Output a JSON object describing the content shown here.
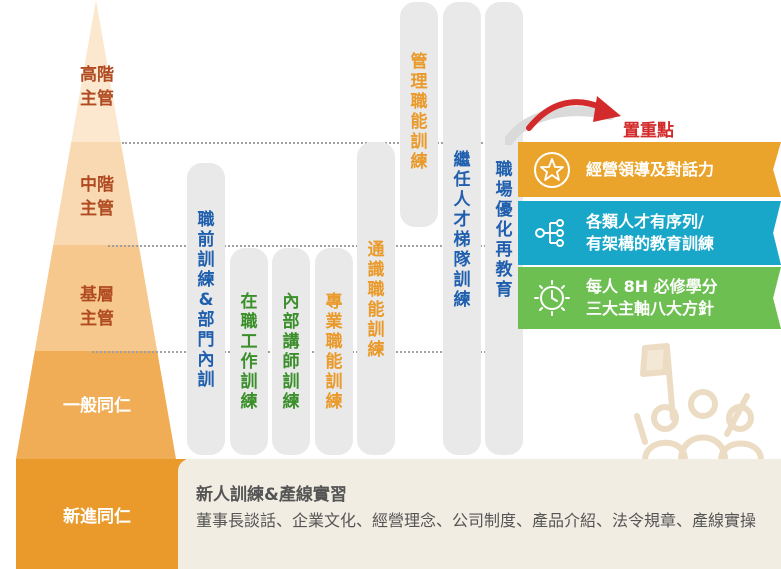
{
  "levels": [
    {
      "line1": "高階",
      "line2": "主管"
    },
    {
      "line1": "中階",
      "line2": "主管"
    },
    {
      "line1": "基層",
      "line2": "主管"
    },
    {
      "line1": "一般同仁",
      "line2": ""
    },
    {
      "line1": "新進同仁",
      "line2": ""
    }
  ],
  "colors": {
    "level_fills": [
      "#fbe8cf",
      "#f9d9b1",
      "#f6c88d",
      "#f1ad55",
      "#e99a2a"
    ],
    "level_text": [
      "#b04a21",
      "#b04a21",
      "#b04a21",
      "#ffffff",
      "#ffffff"
    ],
    "pill_bg": "#e9e9e9",
    "blue": "#1f5fae",
    "green": "#3a8f2a",
    "orange": "#e99a2a",
    "accent_red": "#d32b2b",
    "tag_orange": "#eba42b",
    "tag_teal": "#19a7c9",
    "tag_green": "#6cbf50"
  },
  "trainings": [
    {
      "id": "pre-job",
      "text": "職前訓練&部門內訓",
      "color": "blue"
    },
    {
      "id": "on-job",
      "text": "在職工作訓練",
      "color": "green"
    },
    {
      "id": "internal-lecturer",
      "text": "內部講師訓練",
      "color": "green"
    },
    {
      "id": "professional",
      "text": "專業職能訓練",
      "color": "orange"
    },
    {
      "id": "general",
      "text": "通識職能訓練",
      "color": "orange"
    },
    {
      "id": "management",
      "text": "管理職能訓練",
      "color": "orange"
    },
    {
      "id": "succession",
      "text": "繼任人才梯隊訓練",
      "color": "blue"
    },
    {
      "id": "workplace",
      "text": "職場優化再教育",
      "color": "blue"
    }
  ],
  "focus": {
    "title": "置重點",
    "items": [
      {
        "icon": "star-icon",
        "line1": "經營領導及對話力",
        "line2": ""
      },
      {
        "icon": "org-chart-icon",
        "line1": "各類人才有序列/",
        "line2": "有架構的教育訓練"
      },
      {
        "icon": "clock-icon",
        "line1": "每人 8H 必修學分",
        "line2": "三大主軸八大方針"
      }
    ]
  },
  "newcomer": {
    "title": "新人訓練&產線實習",
    "body": "董事長談話、企業文化、經營理念、公司制度、產品介紹、法令規章、產線實操"
  }
}
